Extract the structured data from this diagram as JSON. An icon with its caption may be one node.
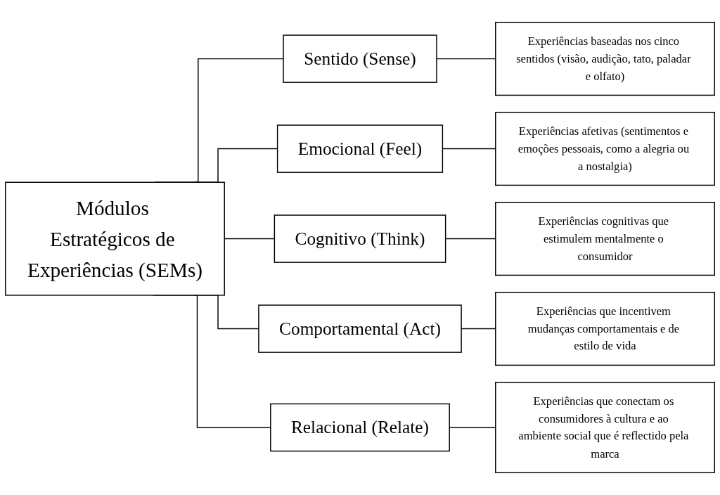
{
  "diagram": {
    "nodes": [
      {
        "text": [
          "Módulos Estratégicos de Experiências (SEMs)"
        ]
      },
      {
        "text": [
          "Sentido (Sense)"
        ]
      },
      {
        "text": [
          "Experiências baseadas nos cinco sentidos (visão, audição, tato, paladar e olfato)"
        ]
      },
      {
        "text": [
          "Emocional (Feel)"
        ]
      },
      {
        "text": [
          "Experiências afetivas (sentimentos e emoções pessoais, como a alegria ou a nostalgia)"
        ]
      },
      {
        "text": [
          "Cognitivo (Think)"
        ]
      },
      {
        "text": [
          "Experiências cognitivas que estimulem mentalmente o consumidor"
        ]
      },
      {
        "text": [
          "Comportamental (Act)"
        ]
      },
      {
        "text": [
          "Experiências que incentivem mudanças comportamentais e de estilo de vida"
        ]
      },
      {
        "text": [
          "Relacional (Relate)"
        ]
      },
      {
        "text": [
          "Experiências que conectam os consumidores à cultura e ao ambiente social que é reflectido pela marca"
        ]
      }
    ],
    "edges": [
      {
        "from": 0,
        "to": 1,
        "arrow": "none"
      },
      {
        "from": 0,
        "to": 3,
        "arrow": "none"
      },
      {
        "from": 0,
        "to": 5,
        "arrow": "none"
      },
      {
        "from": 0,
        "to": 7,
        "arrow": "none"
      },
      {
        "from": 0,
        "to": 9,
        "arrow": "none"
      },
      {
        "from": 1,
        "to": 2,
        "arrow": "none"
      },
      {
        "from": 3,
        "to": 4,
        "arrow": "none"
      },
      {
        "from": 5,
        "to": 6,
        "arrow": "none"
      },
      {
        "from": 7,
        "to": 8,
        "arrow": "none"
      },
      {
        "from": 9,
        "to": 10,
        "arrow": "none"
      }
    ]
  }
}
